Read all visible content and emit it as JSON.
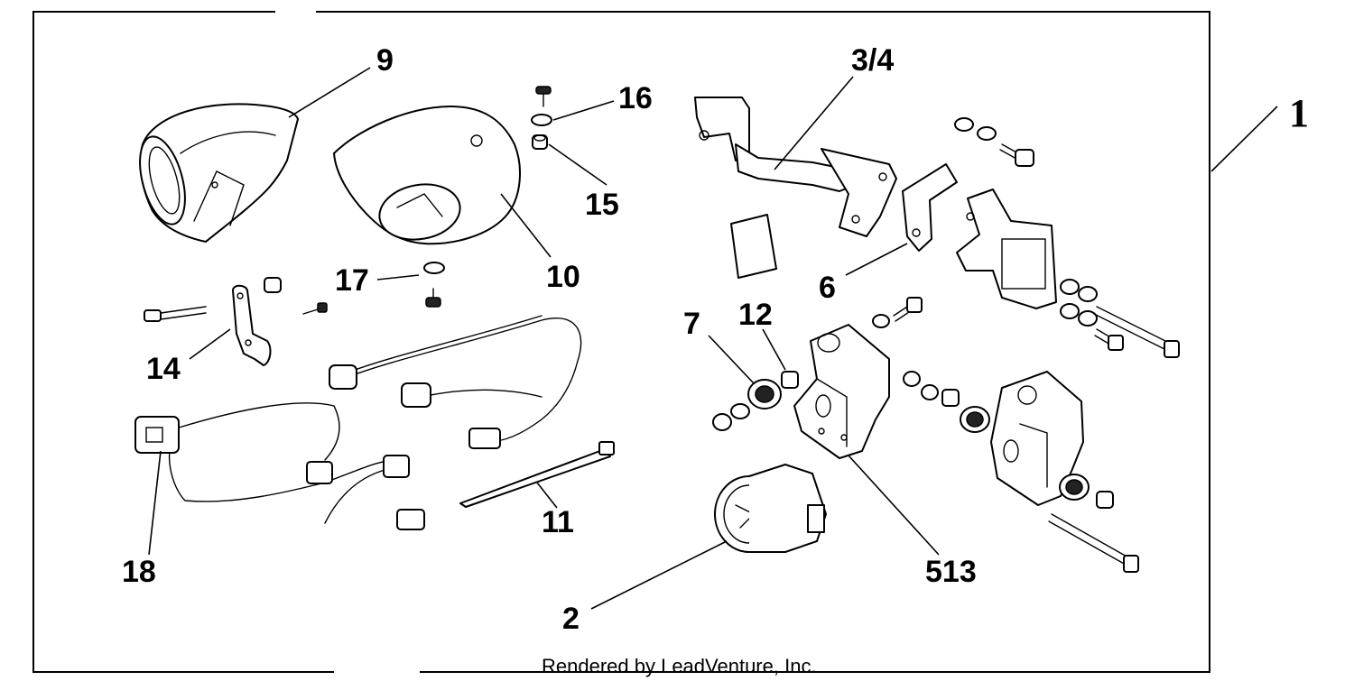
{
  "callouts": {
    "c1": "1",
    "c2": "2",
    "c3_4": "3/4",
    "c5_13": "513",
    "c6": "6",
    "c7": "7",
    "c9": "9",
    "c10": "10",
    "c11": "11",
    "c12": "12",
    "c14": "14",
    "c15": "15",
    "c16": "16",
    "c17": "17",
    "c18": "18"
  },
  "footer": {
    "credit": "Rendered by LeadVenture, Inc."
  }
}
